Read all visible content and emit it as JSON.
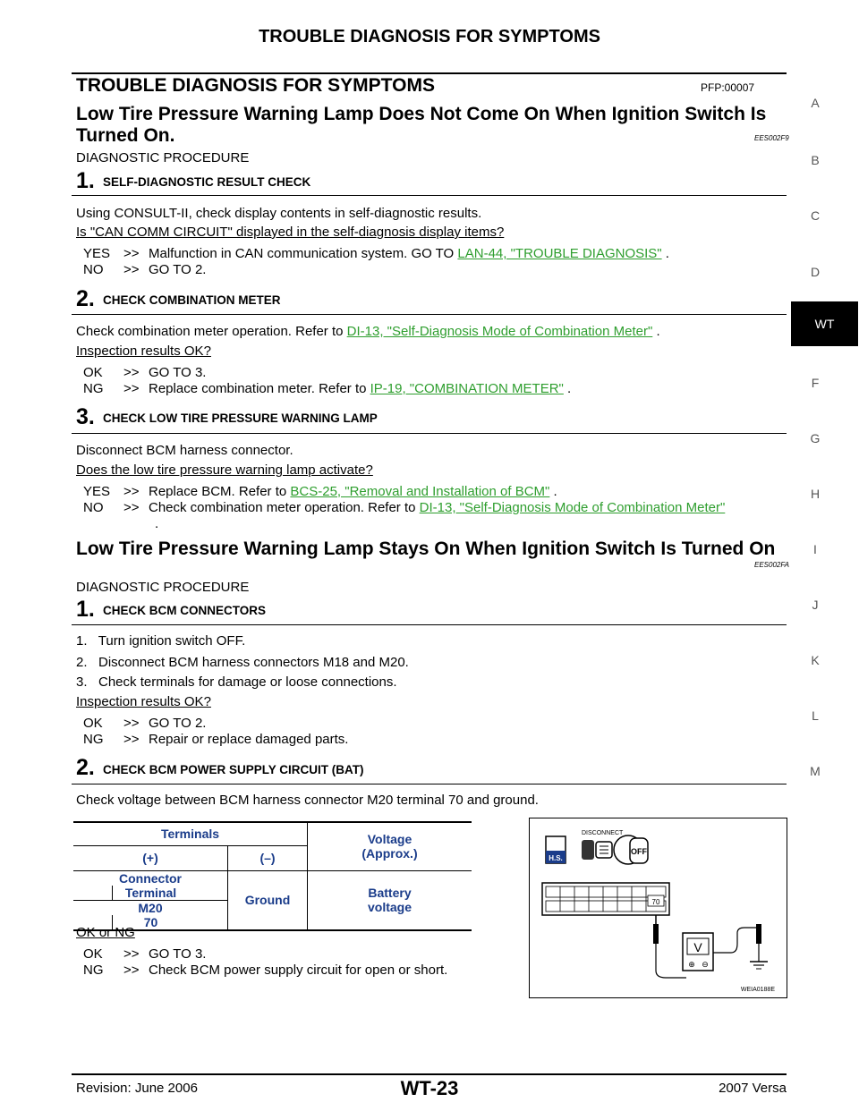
{
  "header": {
    "title": "TROUBLE DIAGNOSIS FOR SYMPTOMS"
  },
  "side_index": [
    "A",
    "B",
    "C",
    "D",
    "WT",
    "F",
    "G",
    "H",
    "I",
    "J",
    "K",
    "L",
    "M"
  ],
  "section": {
    "title": "TROUBLE DIAGNOSIS FOR SYMPTOMS",
    "code": "PFP:00007"
  },
  "s1": {
    "title_line1": "Low Tire Pressure Warning Lamp Does Not Come On When Ignition Switch Is",
    "title_line2": "Turned On.",
    "code": "EES002F9",
    "proc": "DIAGNOSTIC PROCEDURE",
    "step1": {
      "num": "1.",
      "title": "SELF-DIAGNOSTIC RESULT CHECK",
      "text": "Using CONSULT-II, check display contents in self-diagnostic results.",
      "question": "Is \"CAN COMM CIRCUIT\" displayed in the self-diagnosis display items?",
      "yes_k": "YES",
      "yes_text": "Malfunction in CAN communication system.   GO TO ",
      "yes_link": "LAN-44, \"TROUBLE DIAGNOSIS\"",
      "yes_end": " .",
      "no_k": "NO",
      "no_text": "GO TO 2."
    },
    "step2": {
      "num": "2.",
      "title": "CHECK COMBINATION METER",
      "text": "Check combination meter operation.  Refer to ",
      "link": "DI-13, \"Self-Diagnosis Mode of Combination Meter\"",
      "end": " .",
      "question": "Inspection results OK?",
      "ok_k": "OK",
      "ok_text": "GO TO 3.",
      "ng_k": "NG",
      "ng_text": "Replace combination meter. Refer to ",
      "ng_link": "IP-19, \"COMBINATION METER\"",
      "ng_end": " ."
    },
    "step3": {
      "num": "3.",
      "title": "CHECK LOW TIRE PRESSURE WARNING LAMP",
      "text": "Disconnect BCM harness connector.",
      "question": "Does the low tire pressure warning lamp activate?",
      "yes_k": "YES",
      "yes_text": "Replace BCM. Refer to ",
      "yes_link": "BCS-25, \"Removal and Installation of BCM\"",
      "yes_end": " .",
      "no_k": "NO",
      "no_text": "Check combination meter operation.  Refer to ",
      "no_link": "DI-13, \"Self-Diagnosis Mode of Combination Meter\"",
      "no_end": "."
    }
  },
  "s2": {
    "title": "Low Tire Pressure Warning Lamp Stays On When Ignition Switch Is Turned On",
    "code": "EES002FA",
    "proc": "DIAGNOSTIC PROCEDURE",
    "step1": {
      "num": "1.",
      "title": "CHECK BCM CONNECTORS",
      "items": [
        "1.   Turn ignition switch OFF.",
        "2.   Disconnect BCM harness connectors M18 and M20.",
        "3.   Check terminals for damage or loose connections."
      ],
      "question": "Inspection results OK?",
      "ok_k": "OK",
      "ok_text": "GO TO 2.",
      "ng_k": "NG",
      "ng_text": "Repair or replace damaged parts."
    },
    "step2": {
      "num": "2.",
      "title": "CHECK BCM POWER SUPPLY CIRCUIT (BAT)",
      "text": "Check voltage between BCM harness connector M20 terminal 70 and ground.",
      "table": {
        "terminals": "Terminals",
        "plus": "(+)",
        "minus": "(–)",
        "voltage1": "Voltage",
        "voltage2": "(Approx.)",
        "connector": "Connector",
        "terminal": "Terminal",
        "ground": "Ground",
        "battery1": "Battery",
        "battery2": "voltage",
        "conn_val": "M20",
        "term_val": "70"
      },
      "question": "OK or NG",
      "ok_k": "OK",
      "ok_text": "GO TO 3.",
      "ng_k": "NG",
      "ng_text": "Check BCM power supply circuit for open or short."
    },
    "figure": {
      "disconnect": "DISCONNECT",
      "hs": "H.S.",
      "off": "OFF",
      "pin": "70",
      "meter": "V",
      "plus": "⊕",
      "minus": "⊖",
      "code": "WEIA0188E"
    }
  },
  "footer": {
    "revision": "Revision: June 2006",
    "page": "WT-23",
    "model": "2007 Versa"
  }
}
